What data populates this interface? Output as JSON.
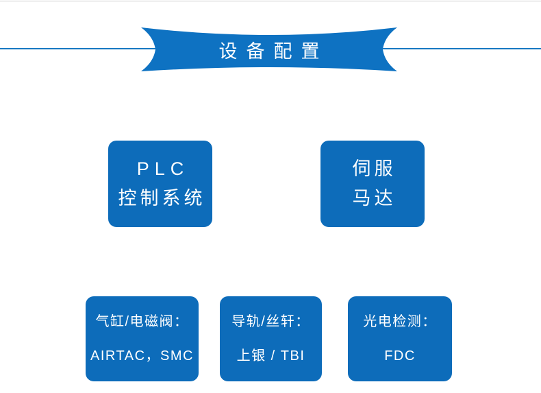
{
  "banner": {
    "title": "设备配置"
  },
  "colors": {
    "ribbon": "#0e72c2",
    "card": "#0d6cba",
    "divider": "#1778c2",
    "topbar": "#f7f7f7"
  },
  "top_cards": [
    {
      "line1": "PLC",
      "line2": "控制系统"
    },
    {
      "line1": "伺服",
      "line2": "马达"
    }
  ],
  "bottom_cards": [
    {
      "line1": "气缸/电磁阀：",
      "line2": "AIRTAC，SMC"
    },
    {
      "line1": "导轨/丝轩：",
      "line2": "上银 / TBI"
    },
    {
      "line1": "光电检测：",
      "line2": "FDC"
    }
  ]
}
